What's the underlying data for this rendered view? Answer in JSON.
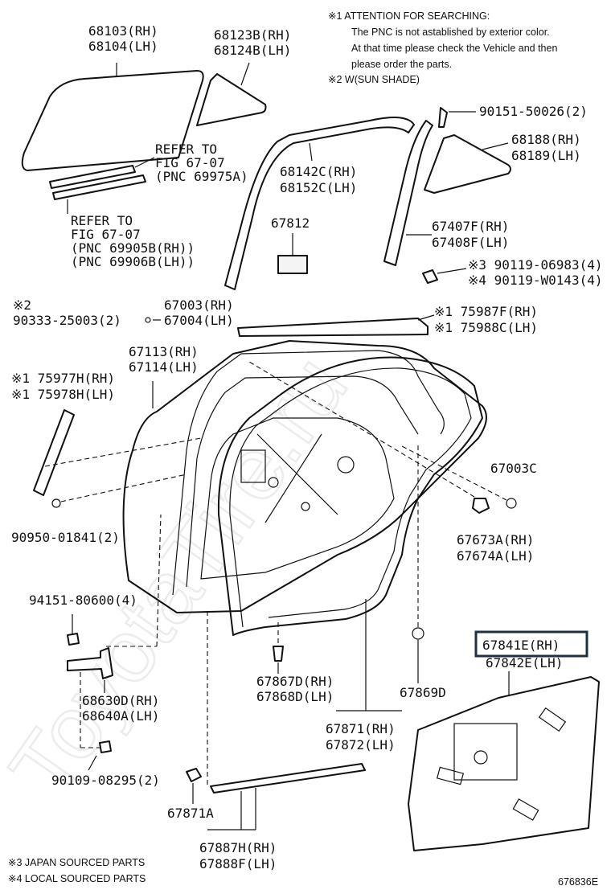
{
  "notes": {
    "n1_line1": "※1 ATTENTION FOR SEARCHING:",
    "n1_line2": "The PNC is not astablished by exterior color.",
    "n1_line3": "At that time please check the Vehicle and then",
    "n1_line4": "please order the parts.",
    "n2": "※2 W(SUN SHADE)",
    "footer3": "※3  JAPAN SOURCED PARTS",
    "footer4": "※4  LOCAL SOURCED PARTS",
    "figure_code": "676836E"
  },
  "labels": {
    "p68103": "68103(RH)",
    "p68104": "68104(LH)",
    "p68123b": "68123B(RH)",
    "p68124b": "68124B(LH)",
    "ref1_a": "REFER TO",
    "ref1_b": "FIG 67-07",
    "ref1_c": "(PNC 69975A)",
    "ref2_a": "REFER TO",
    "ref2_b": "FIG 67-07",
    "ref2_c": "(PNC 69905B(RH))",
    "ref2_d": "(PNC 69906B(LH))",
    "p90151": "90151-50026(2)",
    "p68188": "68188(RH)",
    "p68189": "68189(LH)",
    "p68142c": "68142C(RH)",
    "p68152c": "68152C(LH)",
    "p67812": "67812",
    "p67407f": "67407F(RH)",
    "p67408f": "67408F(LH)",
    "p90119a": "※3 90119-06983(4)",
    "p90119b": "※4 90119-W0143(4)",
    "p90333_mark": "※2",
    "p90333": "90333-25003(2)",
    "p67003": "67003(RH)",
    "p67004": "67004(LH)",
    "p75987f": "※1 75987F(RH)",
    "p75988c": "※1 75988C(LH)",
    "p67113": "67113(RH)",
    "p67114": "67114(LH)",
    "p75977h": "※1 75977H(RH)",
    "p75978h": "※1 75978H(LH)",
    "p67003c": "67003C",
    "p90950": "90950-01841(2)",
    "p67673a": "67673A(RH)",
    "p67674a": "67674A(LH)",
    "p94151": "94151-80600(4)",
    "p67841e": "67841E(RH)",
    "p67842e": "67842E(LH)",
    "p68630d": "68630D(RH)",
    "p68640a": "68640A(LH)",
    "p67867d": "67867D(RH)",
    "p67868d": "67868D(LH)",
    "p67869d": "67869D",
    "p67871": "67871(RH)",
    "p67872": "67872(LH)",
    "p90109": "90109-08295(2)",
    "p67871a": "67871A",
    "p67887h": "67887H(RH)",
    "p67888f": "67888F(LH)"
  },
  "watermark": "ToyotaTire.ru"
}
